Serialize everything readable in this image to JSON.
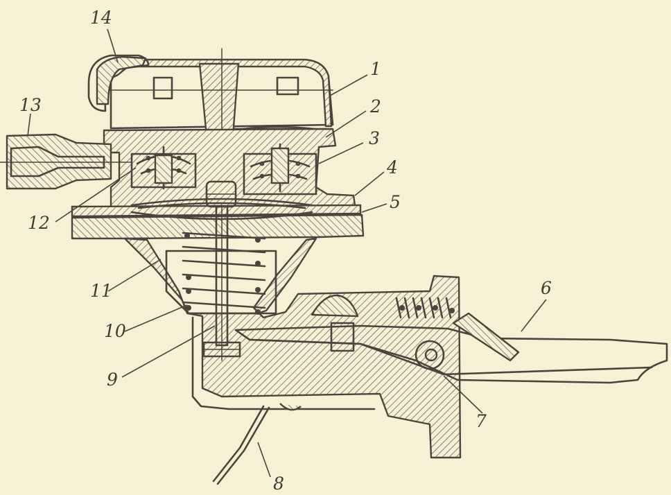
{
  "callouts": [
    {
      "id": "1",
      "label": "1"
    },
    {
      "id": "2",
      "label": "2"
    },
    {
      "id": "3",
      "label": "3"
    },
    {
      "id": "4",
      "label": "4"
    },
    {
      "id": "5",
      "label": "5"
    },
    {
      "id": "6",
      "label": "6"
    },
    {
      "id": "7",
      "label": "7"
    },
    {
      "id": "8",
      "label": "8"
    },
    {
      "id": "9",
      "label": "9"
    },
    {
      "id": "10",
      "label": "10"
    },
    {
      "id": "11",
      "label": "11"
    },
    {
      "id": "12",
      "label": "12"
    },
    {
      "id": "13",
      "label": "13"
    },
    {
      "id": "14",
      "label": "14"
    }
  ],
  "colors": {
    "paper": "#f7f0d5",
    "ink": "#4a443c"
  }
}
